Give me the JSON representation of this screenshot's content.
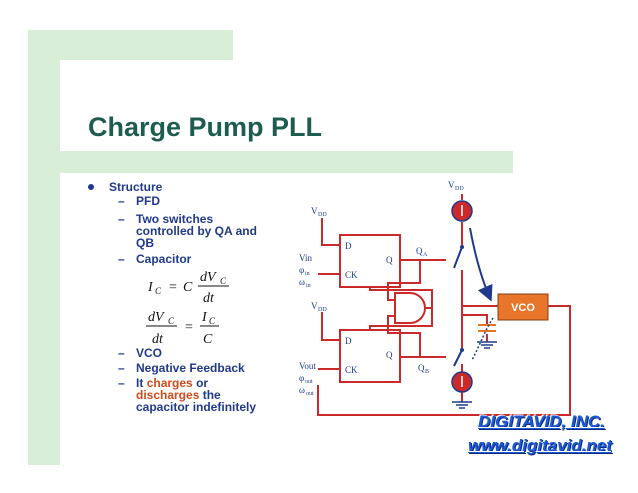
{
  "slide": {
    "title": "Charge Pump PLL",
    "bullets": {
      "structure": "Structure",
      "pfd": "PFD",
      "two_switches": "Two switches controlled by QA and QB",
      "capacitor": "Capacitor",
      "vco": "VCO",
      "negative_feedback": "Negative Feedback",
      "it": "It",
      "charges": "charges",
      "or": "or",
      "discharges": "discharges",
      "the_capacitor_indefinitely": "the capacitor indefinitely"
    }
  },
  "equations": {
    "eq1_lhs": "I",
    "eq1_lhs_sub": "C",
    "eq1_eq": "=",
    "eq1_c": "C",
    "eq1_num": "dV",
    "eq1_num_sub": "C",
    "eq1_den": "dt",
    "eq2_num": "dV",
    "eq2_num_sub": "C",
    "eq2_den": "dt",
    "eq2_eq": "=",
    "eq2_rnum": "I",
    "eq2_rnum_sub": "C",
    "eq2_rden": "C"
  },
  "diagram": {
    "vdd_label": "V",
    "vdd_sub": "DD",
    "d_label": "D",
    "ck_label": "CK",
    "q_label": "Q",
    "vin": "Vin",
    "phi_in": "φ",
    "phi_in_sub": "in",
    "omega_in": "ω",
    "omega_in_sub": "in",
    "vout": "Vout",
    "phi_out": "φ",
    "phi_out_sub": "out",
    "omega_out": "ω",
    "omega_out_sub": "out",
    "qa": "Q",
    "qa_sub": "A",
    "qb": "Q",
    "qb_sub": "B",
    "vco": "VCO"
  },
  "colors": {
    "green_block": "#d8eed6",
    "title_text": "#1d5c4f",
    "bullet_text": "#1f3a8a",
    "highlight": "#d04a1c",
    "wire_red": "#cc2a2a",
    "wire_blue": "#1f3a8a",
    "vco_box": "#e8762a"
  },
  "watermark": {
    "line1": "DIGITAVID, INC.",
    "line2": "www.digitavid.net"
  }
}
